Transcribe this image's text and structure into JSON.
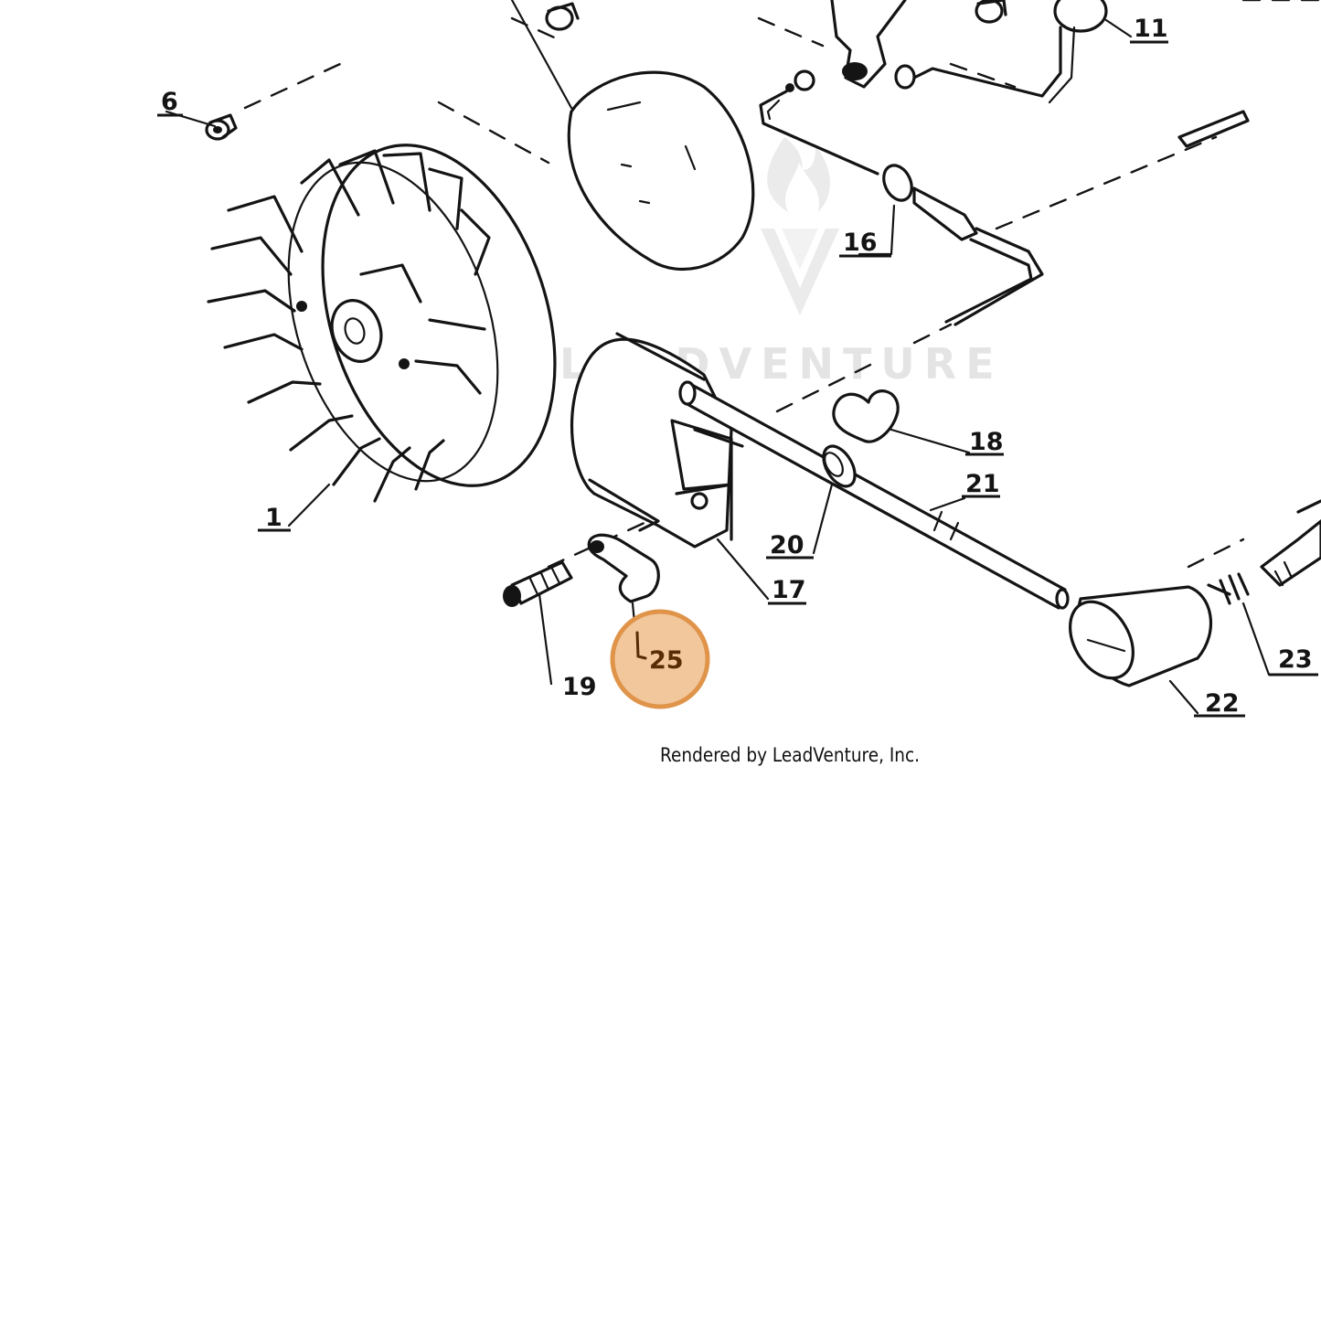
{
  "diagram": {
    "callouts": [
      {
        "id": "c1",
        "label": "1"
      },
      {
        "id": "c6",
        "label": "6"
      },
      {
        "id": "c11",
        "label": "11"
      },
      {
        "id": "c16",
        "label": "16"
      },
      {
        "id": "c17",
        "label": "17"
      },
      {
        "id": "c18",
        "label": "18"
      },
      {
        "id": "c19",
        "label": "19"
      },
      {
        "id": "c20",
        "label": "20"
      },
      {
        "id": "c21",
        "label": "21"
      },
      {
        "id": "c22",
        "label": "22"
      },
      {
        "id": "c23",
        "label": "23"
      },
      {
        "id": "c25",
        "label": "25"
      }
    ],
    "highlighted": "25",
    "highlight_color": "#e0944a",
    "highlight_fill": "#f2c79c",
    "watermark": "LEADVENTURE",
    "credit": "Rendered by LeadVenture, Inc."
  }
}
